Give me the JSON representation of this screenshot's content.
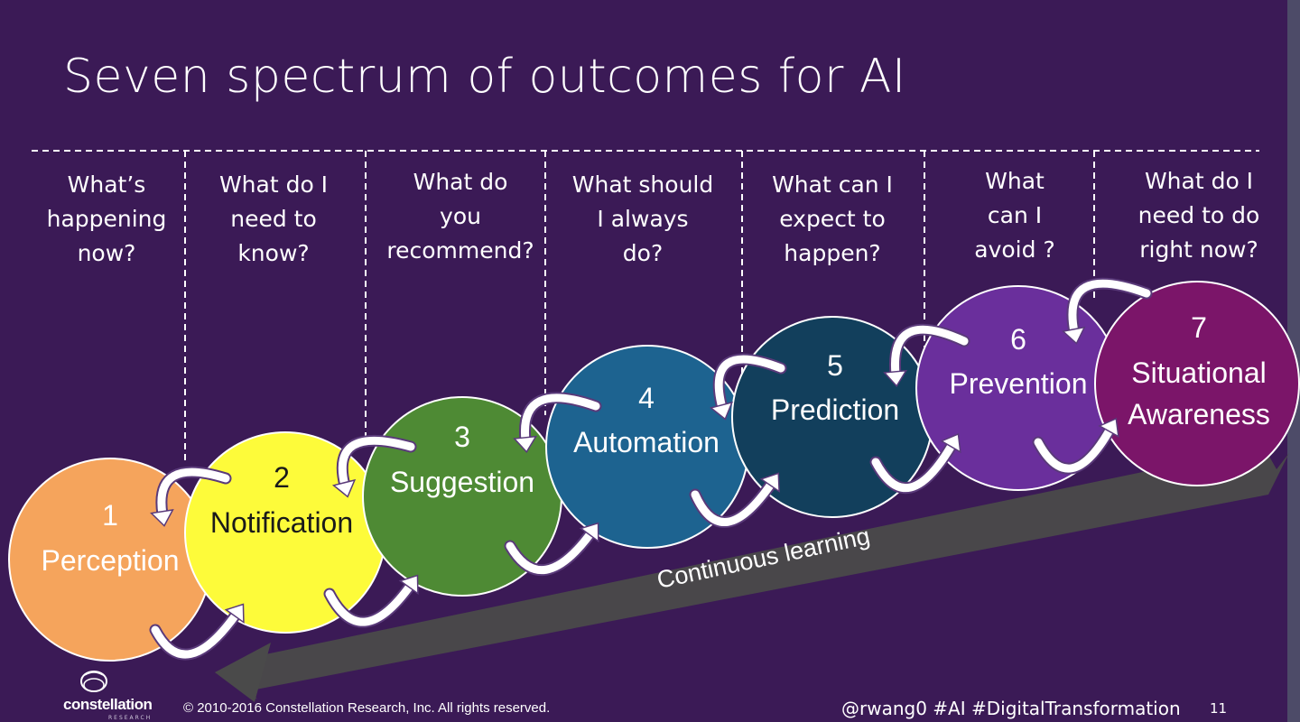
{
  "title": "Seven spectrum of outcomes for AI",
  "questions": [
    [
      "What’s",
      "happening",
      "now?"
    ],
    [
      "What do I",
      "need to",
      "know?"
    ],
    [
      "What do",
      "you",
      "recommend?"
    ],
    [
      "What should",
      "I always",
      "do?"
    ],
    [
      "What can I",
      "expect to",
      "happen?"
    ],
    [
      "What",
      "can I",
      "avoid ?"
    ],
    [
      "What do I",
      "need to do",
      "right now?"
    ]
  ],
  "stages": [
    {
      "number": "1",
      "name": [
        "Perception"
      ],
      "color": "#f5a45c",
      "text_color": "#ffffff"
    },
    {
      "number": "2",
      "name": [
        "Notification"
      ],
      "color": "#fdfb3a",
      "text_color": "#1a1a1a"
    },
    {
      "number": "3",
      "name": [
        "Suggestion"
      ],
      "color": "#4e8a34",
      "text_color": "#ffffff"
    },
    {
      "number": "4",
      "name": [
        "Automation"
      ],
      "color": "#1d6390",
      "text_color": "#ffffff"
    },
    {
      "number": "5",
      "name": [
        "Prediction"
      ],
      "color": "#123f5c",
      "text_color": "#ffffff"
    },
    {
      "number": "6",
      "name": [
        "Prevention"
      ],
      "color": "#6a2f9c",
      "text_color": "#ffffff"
    },
    {
      "number": "7",
      "name": [
        "Situational",
        "Awareness"
      ],
      "color": "#7b1569",
      "text_color": "#ffffff"
    }
  ],
  "arrow_label": "Continuous learning",
  "colors": {
    "background": "#3b1a56",
    "arrow": "#4a4a4a",
    "cycle_arrow": "#ffffff"
  },
  "footer": {
    "copyright": "© 2010-2016 Constellation Research, Inc. All rights reserved.",
    "tags": "@rwang0 #AI #DigitalTransformation",
    "page": "11",
    "logo": "constellation",
    "logo_sub": "RESEARCH"
  }
}
